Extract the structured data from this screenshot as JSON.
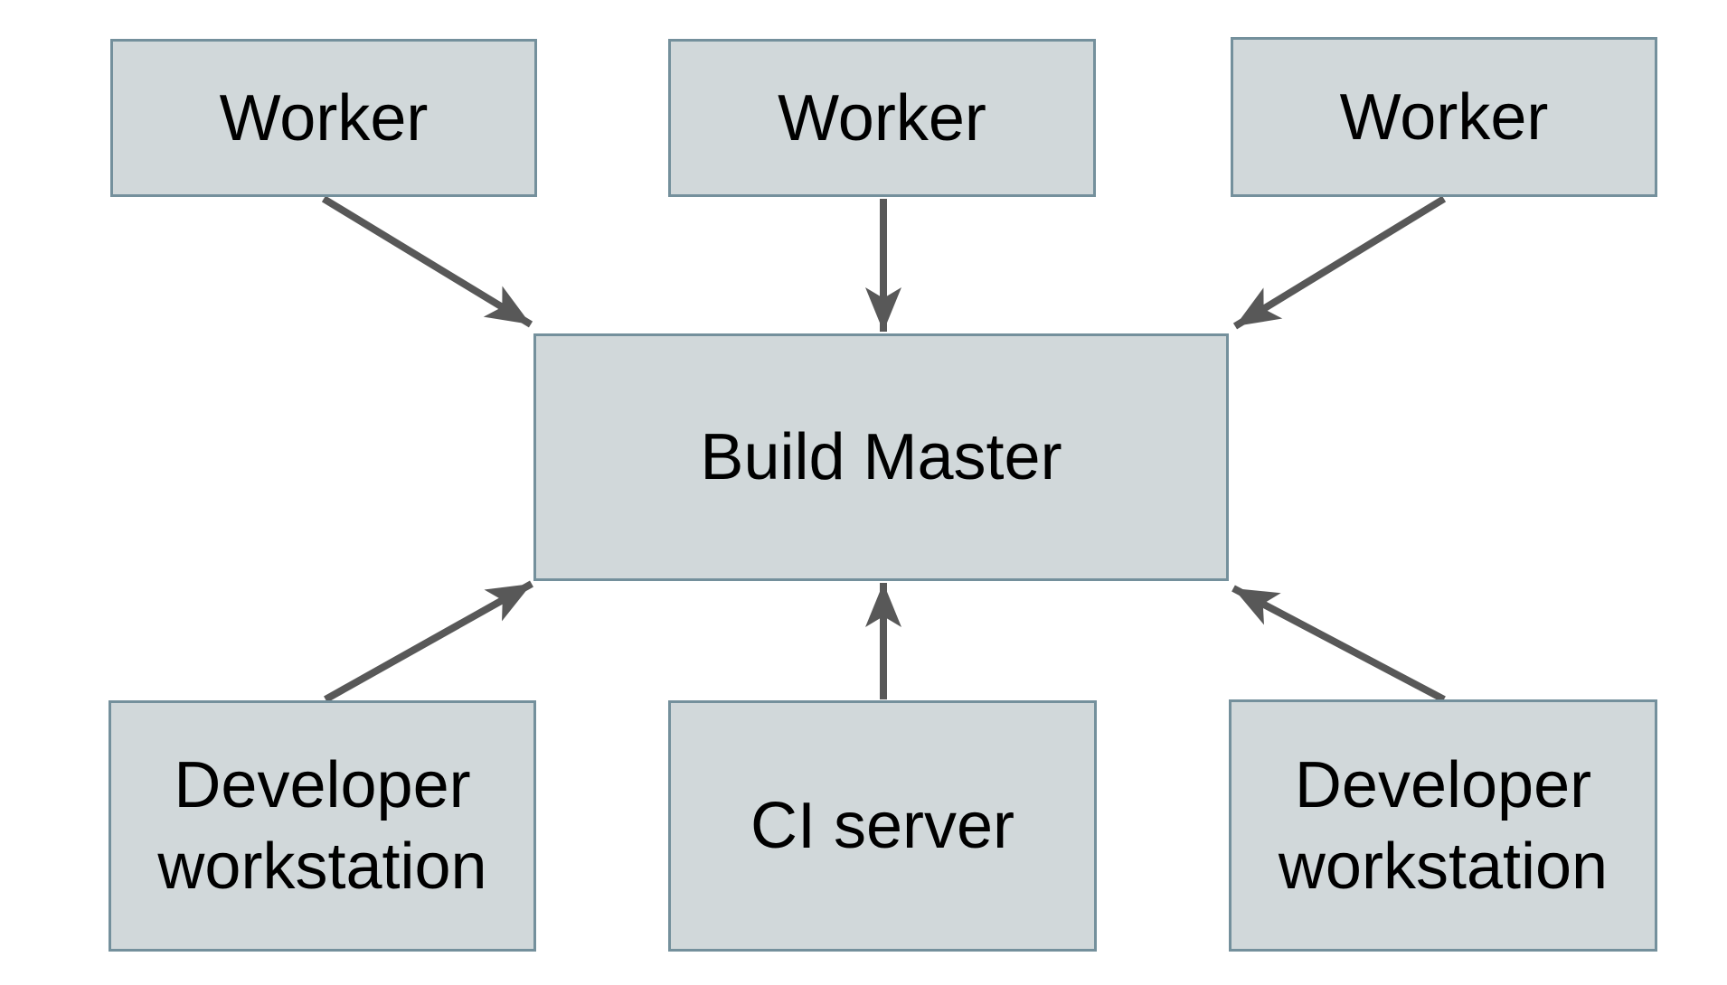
{
  "diagram": {
    "nodes": [
      {
        "id": "worker-1",
        "label": "Worker"
      },
      {
        "id": "worker-2",
        "label": "Worker"
      },
      {
        "id": "worker-3",
        "label": "Worker"
      },
      {
        "id": "build-master",
        "label": "Build Master"
      },
      {
        "id": "developer-workstation-left",
        "label": "Developer workstation"
      },
      {
        "id": "ci-server",
        "label": "CI server"
      },
      {
        "id": "developer-workstation-right",
        "label": "Developer workstation"
      }
    ],
    "edges": [
      {
        "from": "worker-1",
        "to": "build-master"
      },
      {
        "from": "worker-2",
        "to": "build-master"
      },
      {
        "from": "worker-3",
        "to": "build-master"
      },
      {
        "from": "developer-workstation-left",
        "to": "build-master"
      },
      {
        "from": "ci-server",
        "to": "build-master"
      },
      {
        "from": "developer-workstation-right",
        "to": "build-master"
      }
    ],
    "colors": {
      "background": "#ffffff",
      "node_fill": "#d1d8da",
      "node_border": "#74909c",
      "arrow": "#585858",
      "text": "#000000"
    }
  }
}
